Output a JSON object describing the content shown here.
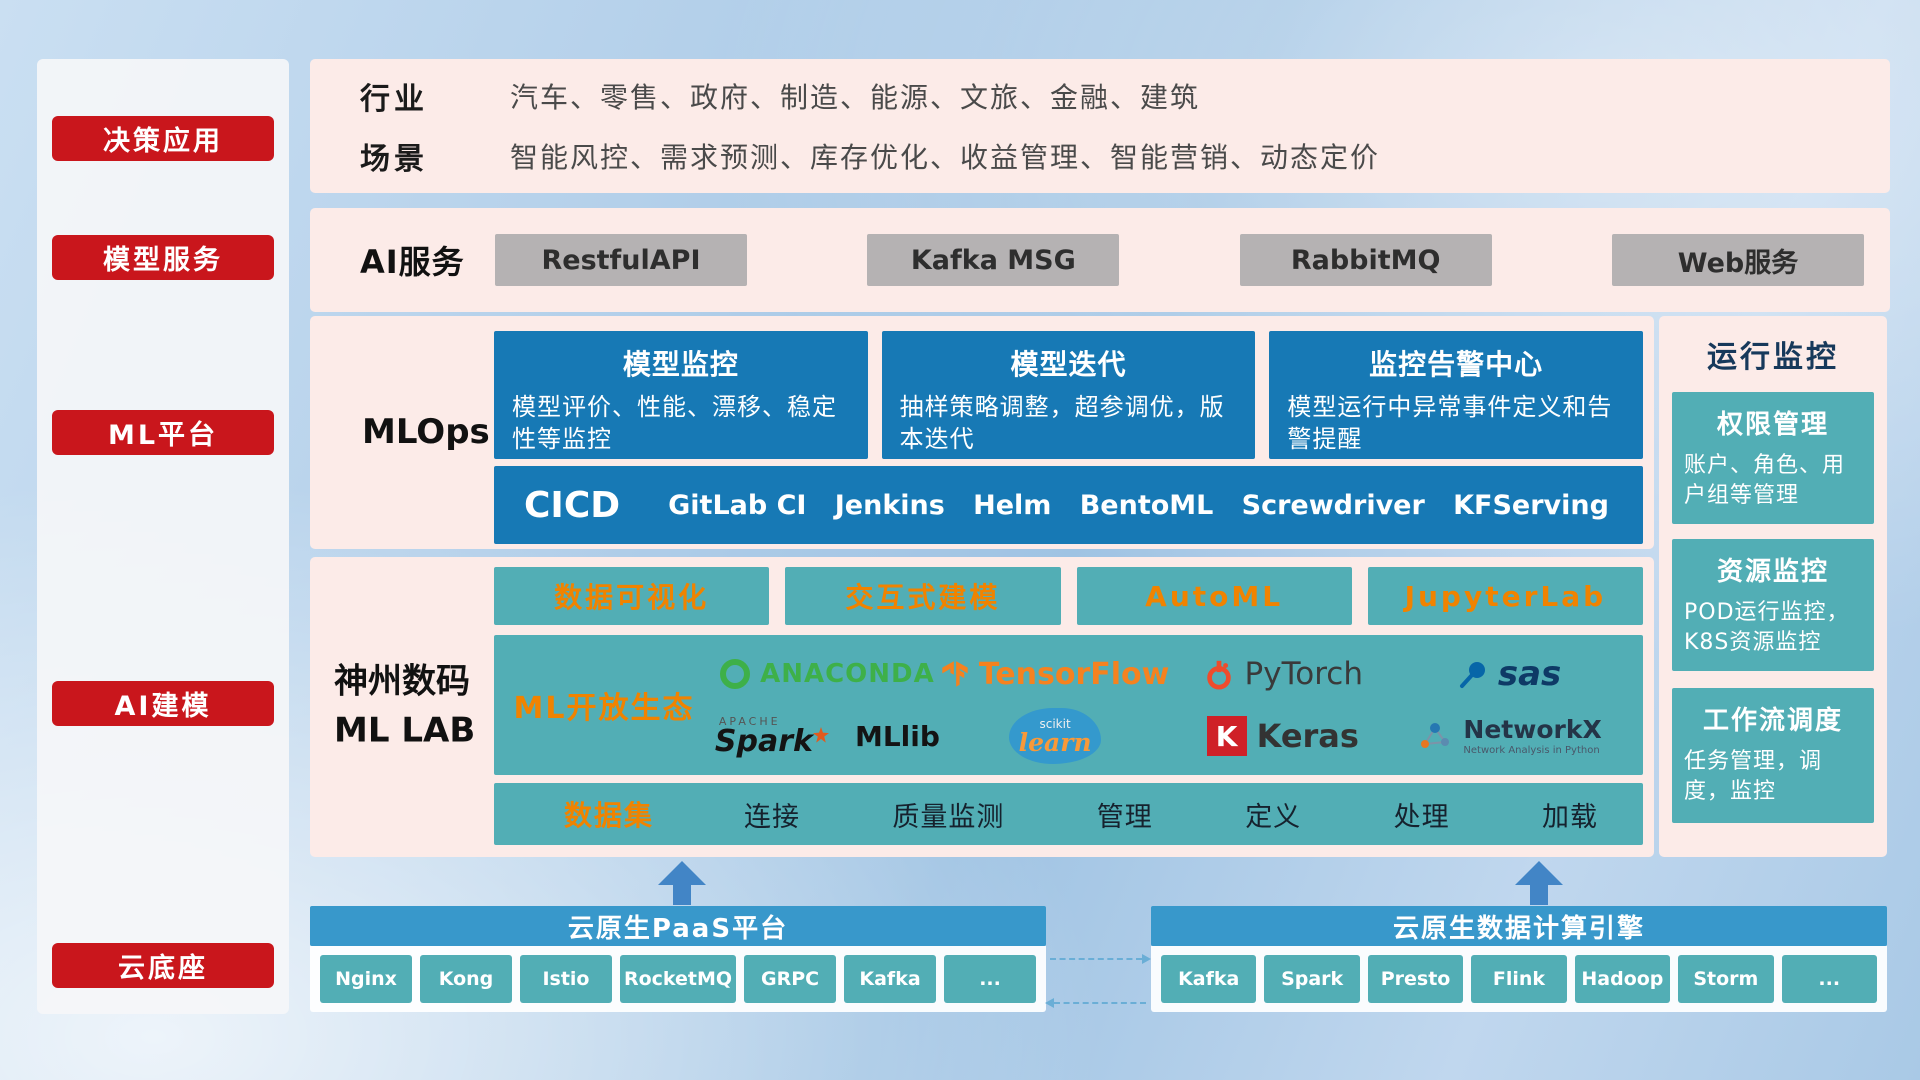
{
  "sidebar": {
    "items": [
      {
        "label": "决策应用"
      },
      {
        "label": "模型服务"
      },
      {
        "label": "ML平台"
      },
      {
        "label": "AI建模"
      },
      {
        "label": "云底座"
      }
    ]
  },
  "industry": {
    "rows": [
      {
        "label": "行业",
        "text": "汽车、零售、政府、制造、能源、文旅、金融、建筑"
      },
      {
        "label": "场景",
        "text": "智能风控、需求预测、库存优化、收益管理、智能营销、动态定价"
      }
    ]
  },
  "ai_service": {
    "label": "AI服务",
    "buttons": [
      "RestfulAPI",
      "Kafka MSG",
      "RabbitMQ",
      "Web服务"
    ]
  },
  "mlops": {
    "label": "MLOps",
    "cards": [
      {
        "title": "模型监控",
        "desc": "模型评价、性能、漂移、稳定性等监控"
      },
      {
        "title": "模型迭代",
        "desc": "抽样策略调整，超参调优，版本迭代"
      },
      {
        "title": "监控告警中心",
        "desc": "模型运行中异常事件定义和告警提醒"
      }
    ],
    "cicd": {
      "label": "CICD",
      "items": [
        "GitLab CI",
        "Jenkins",
        "Helm",
        "BentoML",
        "Screwdriver",
        "KFServing"
      ]
    }
  },
  "mllab": {
    "label_line1": "神州数码",
    "label_line2": "ML LAB",
    "tools": [
      "数据可视化",
      "交互式建模",
      "AutoML",
      "JupyterLab"
    ],
    "ecosystem": {
      "label": "ML开放生态",
      "logos": {
        "anaconda": "ANACONDA",
        "tensorflow": "TensorFlow",
        "pytorch": "PyTorch",
        "sas": "sas",
        "apache": "APACHE",
        "spark": "Spark",
        "mllib": "MLlib",
        "scikit": "scikit",
        "learn": "learn",
        "keras_k": "K",
        "keras": "Keras",
        "networkx": "NetworkX",
        "networkx_sub": "Network Analysis in Python"
      }
    },
    "dataset": {
      "label": "数据集",
      "items": [
        "连接",
        "质量监测",
        "管理",
        "定义",
        "处理",
        "加载"
      ]
    }
  },
  "monitoring": {
    "title": "运行监控",
    "cards": [
      {
        "title": "权限管理",
        "desc": "账户、角色、用户组等管理"
      },
      {
        "title": "资源监控",
        "desc": "POD运行监控，K8S资源监控"
      },
      {
        "title": "工作流调度",
        "desc": "任务管理，调度，监控"
      }
    ]
  },
  "foundation": {
    "paas": {
      "title": "云原生PaaS平台",
      "items": [
        "Nginx",
        "Kong",
        "Istio",
        "RocketMQ",
        "GRPC",
        "Kafka",
        "..."
      ]
    },
    "compute": {
      "title": "云原生数据计算引擎",
      "items": [
        "Kafka",
        "Spark",
        "Presto",
        "Flink",
        "Hadoop",
        "Storm",
        "..."
      ]
    }
  },
  "colors": {
    "red": "#c9161c",
    "pink_band": "#fcebe8",
    "blue_card": "#1779b5",
    "teal": "#52aeb5",
    "orange_text": "#f08300",
    "bar_blue": "#3898cb",
    "gray_button": "#b5b2b3"
  }
}
